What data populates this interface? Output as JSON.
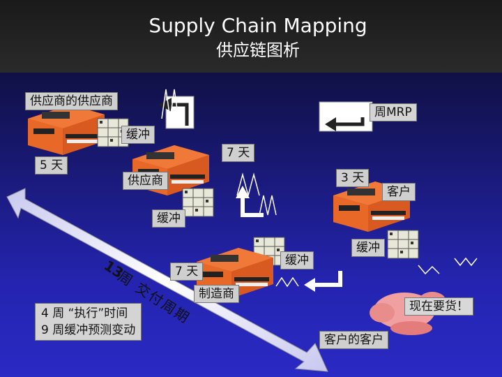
{
  "title": {
    "line1": "Supply Chain Mapping",
    "line2": "供应链图析"
  },
  "labels": {
    "supplier_of_supplier": "供应商的供应商",
    "weekly_mrp": "周MRP",
    "buffer_1": "缓冲",
    "seven_days_1": "7 天",
    "five_days": "5 天",
    "supplier": "供应商",
    "three_days": "3 天",
    "customer": "客户",
    "buffer_2": "缓冲",
    "buffer_3": "缓冲",
    "buffer_4": "缓冲",
    "seven_days_2": "7 天",
    "manufacturer": "制造商",
    "need_now": "现在要货！",
    "customer_of_customer": "客户的客户"
  },
  "arrow_text": {
    "number": "13",
    "text": "周 交付周期"
  },
  "notes": {
    "line1": "4 周 “执行”时间",
    "line2": "9 周缓冲预测变动"
  }
}
